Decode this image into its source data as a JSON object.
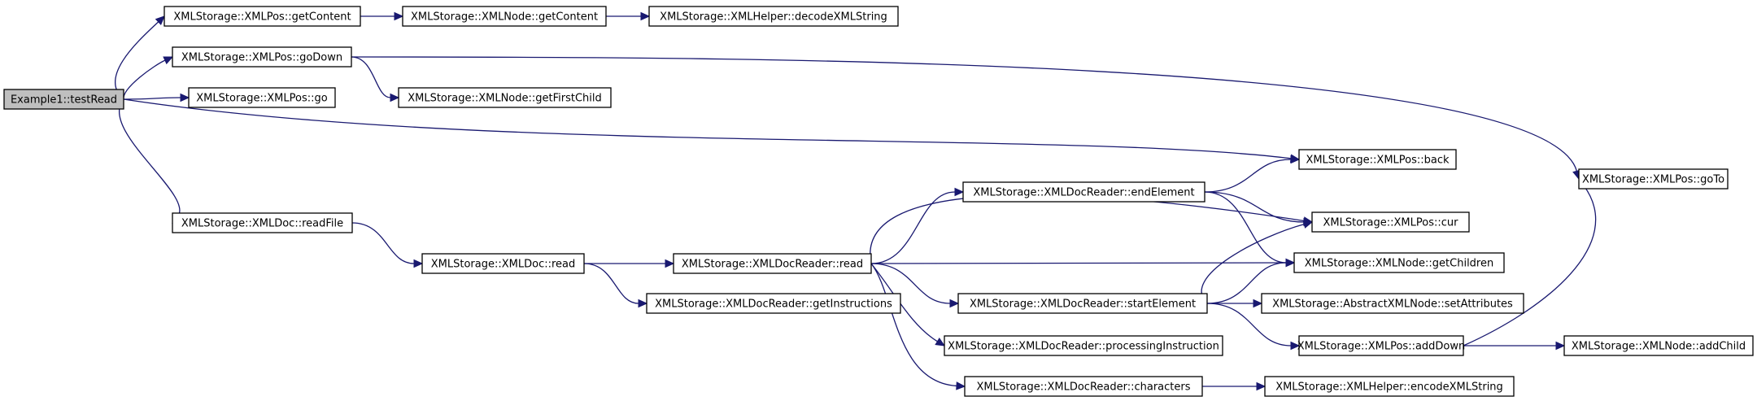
{
  "diagram": {
    "type": "call-graph",
    "root": "Example1::testRead",
    "edge_color": "#191970",
    "root_fill": "#bfbfbf",
    "nodes": [
      {
        "id": "testRead",
        "label": "Example1::testRead"
      },
      {
        "id": "posGetContent",
        "label": "XMLStorage::XMLPos::getContent"
      },
      {
        "id": "nodeGetContent",
        "label": "XMLStorage::XMLNode::getContent"
      },
      {
        "id": "decodeXMLString",
        "label": "XMLStorage::XMLHelper::decodeXMLString"
      },
      {
        "id": "posGoDown",
        "label": "XMLStorage::XMLPos::goDown"
      },
      {
        "id": "posGo",
        "label": "XMLStorage::XMLPos::go"
      },
      {
        "id": "getFirstChild",
        "label": "XMLStorage::XMLNode::getFirstChild"
      },
      {
        "id": "posBack",
        "label": "XMLStorage::XMLPos::back"
      },
      {
        "id": "posGoTo",
        "label": "XMLStorage::XMLPos::goTo"
      },
      {
        "id": "docReadFile",
        "label": "XMLStorage::XMLDoc::readFile"
      },
      {
        "id": "docRead",
        "label": "XMLStorage::XMLDoc::read"
      },
      {
        "id": "readerRead",
        "label": "XMLStorage::XMLDocReader::read"
      },
      {
        "id": "endElement",
        "label": "XMLStorage::XMLDocReader::endElement"
      },
      {
        "id": "posCur",
        "label": "XMLStorage::XMLPos::cur"
      },
      {
        "id": "getChildren",
        "label": "XMLStorage::XMLNode::getChildren"
      },
      {
        "id": "getInstructions",
        "label": "XMLStorage::XMLDocReader::getInstructions"
      },
      {
        "id": "startElement",
        "label": "XMLStorage::XMLDocReader::startElement"
      },
      {
        "id": "setAttributes",
        "label": "XMLStorage::AbstractXMLNode::setAttributes"
      },
      {
        "id": "posAddDown",
        "label": "XMLStorage::XMLPos::addDown"
      },
      {
        "id": "addChild",
        "label": "XMLStorage::XMLNode::addChild"
      },
      {
        "id": "processingInstruction",
        "label": "XMLStorage::XMLDocReader::processingInstruction"
      },
      {
        "id": "characters",
        "label": "XMLStorage::XMLDocReader::characters"
      },
      {
        "id": "encodeXMLString",
        "label": "XMLStorage::XMLHelper::encodeXMLString"
      }
    ],
    "edges": [
      [
        "testRead",
        "posGetContent"
      ],
      [
        "testRead",
        "posGoDown"
      ],
      [
        "testRead",
        "posGo"
      ],
      [
        "testRead",
        "posBack"
      ],
      [
        "testRead",
        "docReadFile"
      ],
      [
        "posGetContent",
        "nodeGetContent"
      ],
      [
        "nodeGetContent",
        "decodeXMLString"
      ],
      [
        "posGoDown",
        "posGoTo"
      ],
      [
        "posGoDown",
        "getFirstChild"
      ],
      [
        "docReadFile",
        "docRead"
      ],
      [
        "docRead",
        "readerRead"
      ],
      [
        "docRead",
        "getInstructions"
      ],
      [
        "readerRead",
        "posCur"
      ],
      [
        "readerRead",
        "endElement"
      ],
      [
        "readerRead",
        "getChildren"
      ],
      [
        "readerRead",
        "startElement"
      ],
      [
        "readerRead",
        "processingInstruction"
      ],
      [
        "readerRead",
        "characters"
      ],
      [
        "endElement",
        "posBack"
      ],
      [
        "endElement",
        "posCur"
      ],
      [
        "endElement",
        "getChildren"
      ],
      [
        "startElement",
        "posCur"
      ],
      [
        "startElement",
        "getChildren"
      ],
      [
        "startElement",
        "setAttributes"
      ],
      [
        "startElement",
        "posAddDown"
      ],
      [
        "posAddDown",
        "posGoTo"
      ],
      [
        "posAddDown",
        "addChild"
      ],
      [
        "characters",
        "encodeXMLString"
      ]
    ]
  }
}
